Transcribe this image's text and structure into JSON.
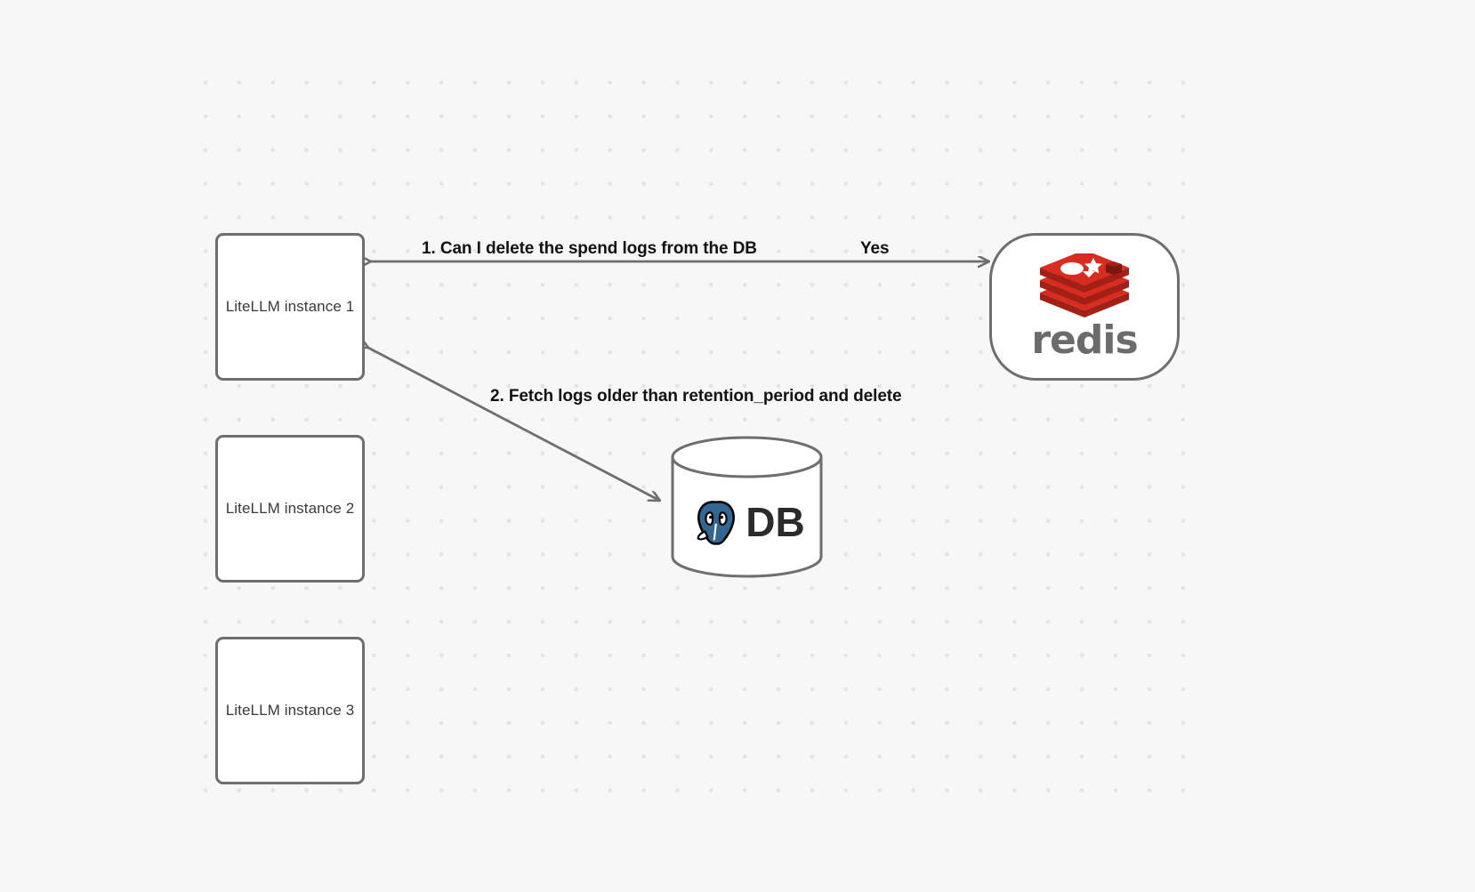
{
  "canvas": {
    "background_color": "#f7f7f7",
    "grid_dot_color": "#e3e3e3"
  },
  "nodes": [
    {
      "id": "litellm-1",
      "label": "LiteLLM instance 1",
      "shape": "rounded-rect"
    },
    {
      "id": "litellm-2",
      "label": "LiteLLM instance 2",
      "shape": "rounded-rect"
    },
    {
      "id": "litellm-3",
      "label": "LiteLLM instance 3",
      "shape": "rounded-rect"
    },
    {
      "id": "redis",
      "label": "redis",
      "shape": "stadium",
      "logo": "redis-logo-icon",
      "brand_color": "#d82c20"
    },
    {
      "id": "db",
      "label": "DB",
      "shape": "cylinder",
      "logo": "postgresql-elephant-icon",
      "brand_color": "#336791"
    }
  ],
  "edges": [
    {
      "id": "edge-1",
      "from": "litellm-1",
      "to": "redis",
      "label": "1.  Can I delete the spend logs from the DB",
      "reply_label": "Yes",
      "direction": "bidirectional"
    },
    {
      "id": "edge-2",
      "from": "litellm-1",
      "to": "db",
      "label": "2.  Fetch logs older than retention_period and delete",
      "direction": "bidirectional"
    }
  ],
  "labels": {
    "edge1_main": "1.  Can I delete the spend logs from the DB",
    "edge1_yes": "Yes",
    "edge2_main": "2.  Fetch logs older than retention_period and delete",
    "redis_wordmark": "redis",
    "db_text": "DB",
    "litellm_1": "LiteLLM instance 1",
    "litellm_2": "LiteLLM instance 2",
    "litellm_3": "LiteLLM instance 3"
  }
}
